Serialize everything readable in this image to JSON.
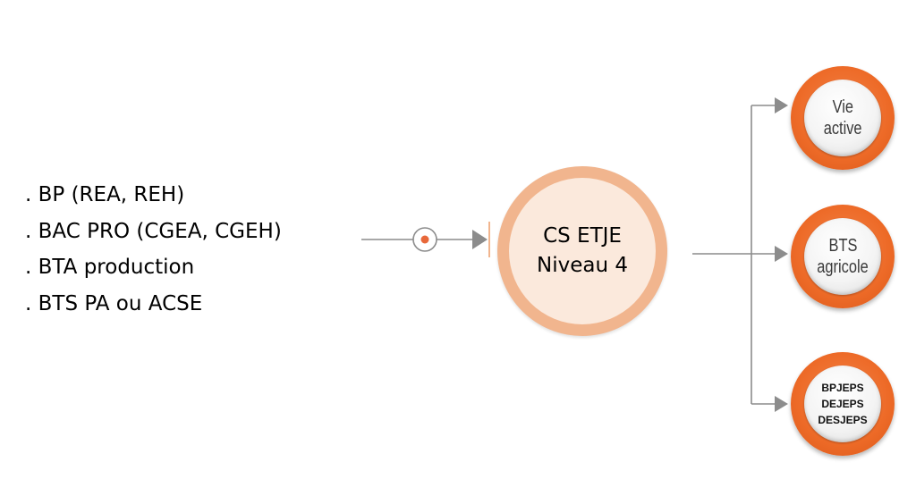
{
  "inputs": {
    "items": [
      ". BP (REA, REH)",
      ". BAC PRO (CGEA, CGEH)",
      ". BTA production",
      ". BTS PA ou ACSE"
    ]
  },
  "center": {
    "line1": "CS ETJE",
    "line2": "Niveau 4"
  },
  "outcomes": [
    {
      "lines": [
        "Vie",
        "active"
      ]
    },
    {
      "lines": [
        "BTS",
        "agricole"
      ]
    },
    {
      "lines": [
        "BPJEPS",
        "DEJEPS",
        "DESJEPS"
      ]
    }
  ],
  "colors": {
    "connector": "#8c8c8c",
    "center_ring": "#f1b58e",
    "center_fill": "#fbe9dc",
    "outcome_ring": "#ed6a27",
    "marker_dot": "#e8683a"
  }
}
